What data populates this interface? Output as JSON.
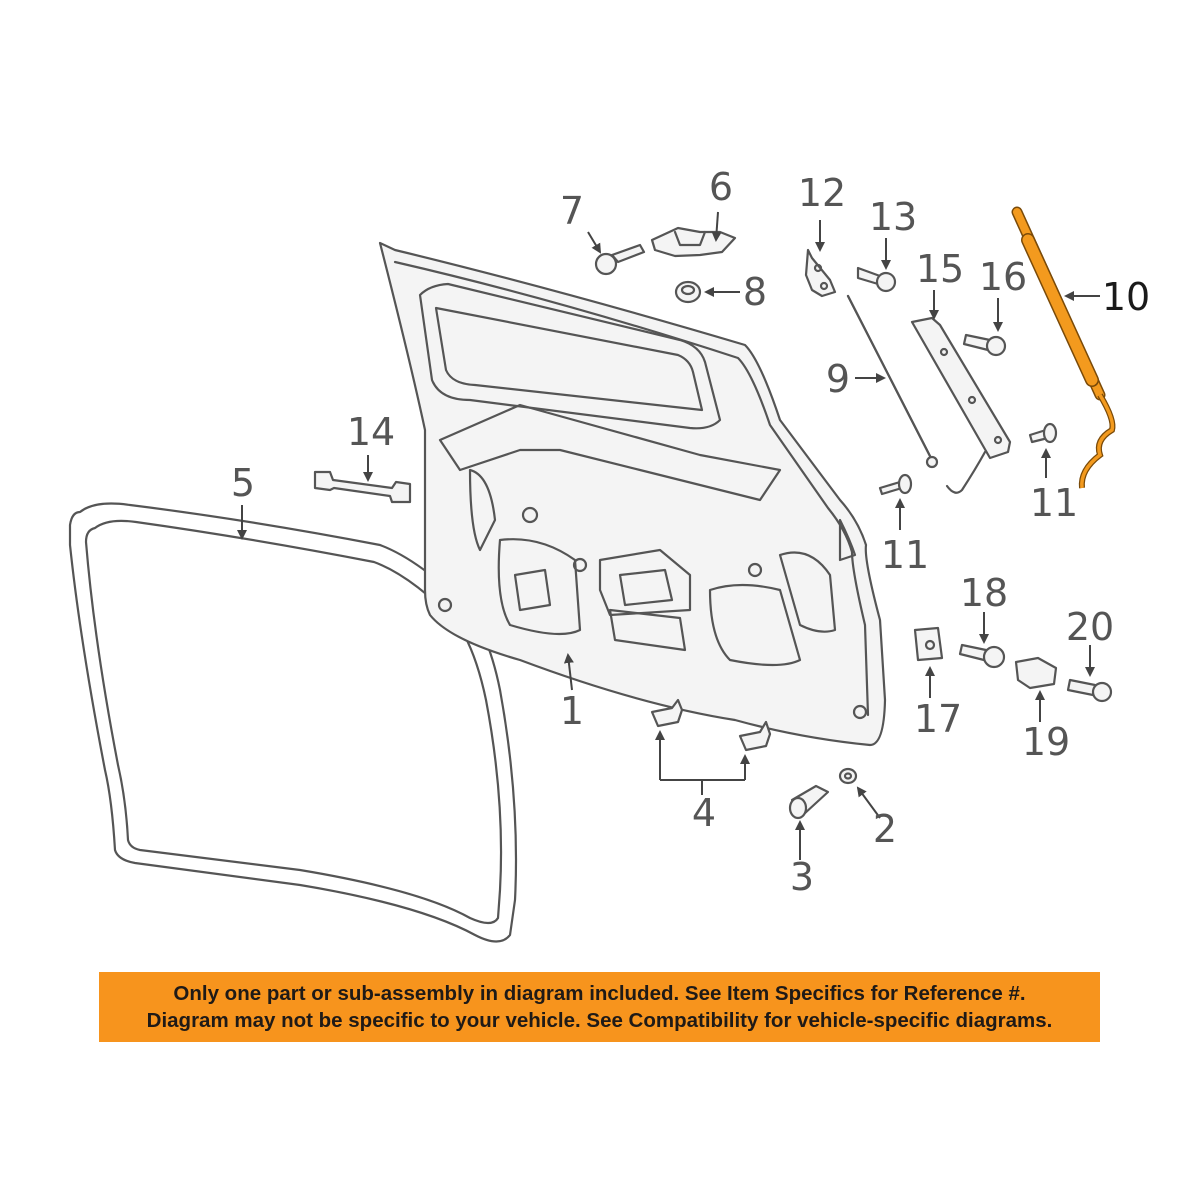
{
  "diagram": {
    "callouts": [
      {
        "id": "1",
        "label": "1"
      },
      {
        "id": "2",
        "label": "2"
      },
      {
        "id": "3",
        "label": "3"
      },
      {
        "id": "4",
        "label": "4"
      },
      {
        "id": "5",
        "label": "5"
      },
      {
        "id": "6",
        "label": "6"
      },
      {
        "id": "7",
        "label": "7"
      },
      {
        "id": "8",
        "label": "8"
      },
      {
        "id": "9",
        "label": "9"
      },
      {
        "id": "10",
        "label": "10",
        "highlighted": true
      },
      {
        "id": "11a",
        "label": "11"
      },
      {
        "id": "11b",
        "label": "11"
      },
      {
        "id": "12",
        "label": "12"
      },
      {
        "id": "13",
        "label": "13"
      },
      {
        "id": "14",
        "label": "14"
      },
      {
        "id": "15",
        "label": "15"
      },
      {
        "id": "16",
        "label": "16"
      },
      {
        "id": "17",
        "label": "17"
      },
      {
        "id": "18",
        "label": "18"
      },
      {
        "id": "19",
        "label": "19"
      },
      {
        "id": "20",
        "label": "20"
      }
    ],
    "highlight_color": "#f39a1e",
    "line_color": "#555555"
  },
  "banner": {
    "line1": "Only one part or sub-assembly in diagram included. See Item Specifics for Reference #.",
    "line2": "Diagram may not be specific to your vehicle. See Compatibility for vehicle-specific diagrams.",
    "background": "#f7941d"
  }
}
